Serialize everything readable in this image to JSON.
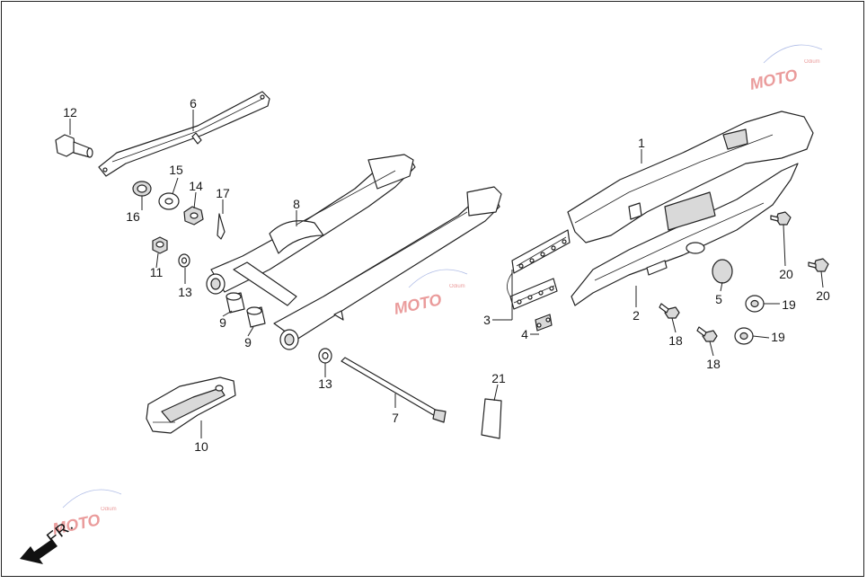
{
  "diagram": {
    "direction_label": "FR.",
    "watermark": {
      "text": "MOTO",
      "subtext": "Odium"
    },
    "callouts": {
      "p1": "1",
      "p2": "2",
      "p3": "3",
      "p4": "4",
      "p5": "5",
      "p6": "6",
      "p7": "7",
      "p8": "8",
      "p9a": "9",
      "p9b": "9",
      "p10": "10",
      "p11": "11",
      "p12": "12",
      "p13a": "13",
      "p13b": "13",
      "p14": "14",
      "p15": "15",
      "p16": "16",
      "p17": "17",
      "p18a": "18",
      "p18b": "18",
      "p19a": "19",
      "p19b": "19",
      "p20a": "20",
      "p20b": "20",
      "p21": "21"
    }
  }
}
